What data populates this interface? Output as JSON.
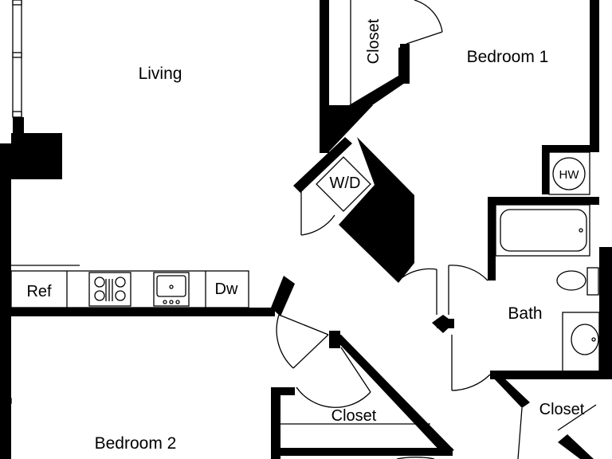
{
  "plan": {
    "rooms": {
      "living": "Living",
      "bedroom1": "Bedroom 1",
      "bedroom2": "Bedroom 2",
      "bath": "Bath",
      "closet_bed1": "Closet",
      "closet_bed2": "Closet",
      "closet_bath": "Closet"
    },
    "fixtures": {
      "washer_dryer": "W/D",
      "water_heater": "HW",
      "refrigerator": "Ref",
      "dishwasher": "Dw"
    }
  },
  "colors": {
    "wall": "#000000",
    "background": "#ffffff",
    "line": "#000000"
  }
}
